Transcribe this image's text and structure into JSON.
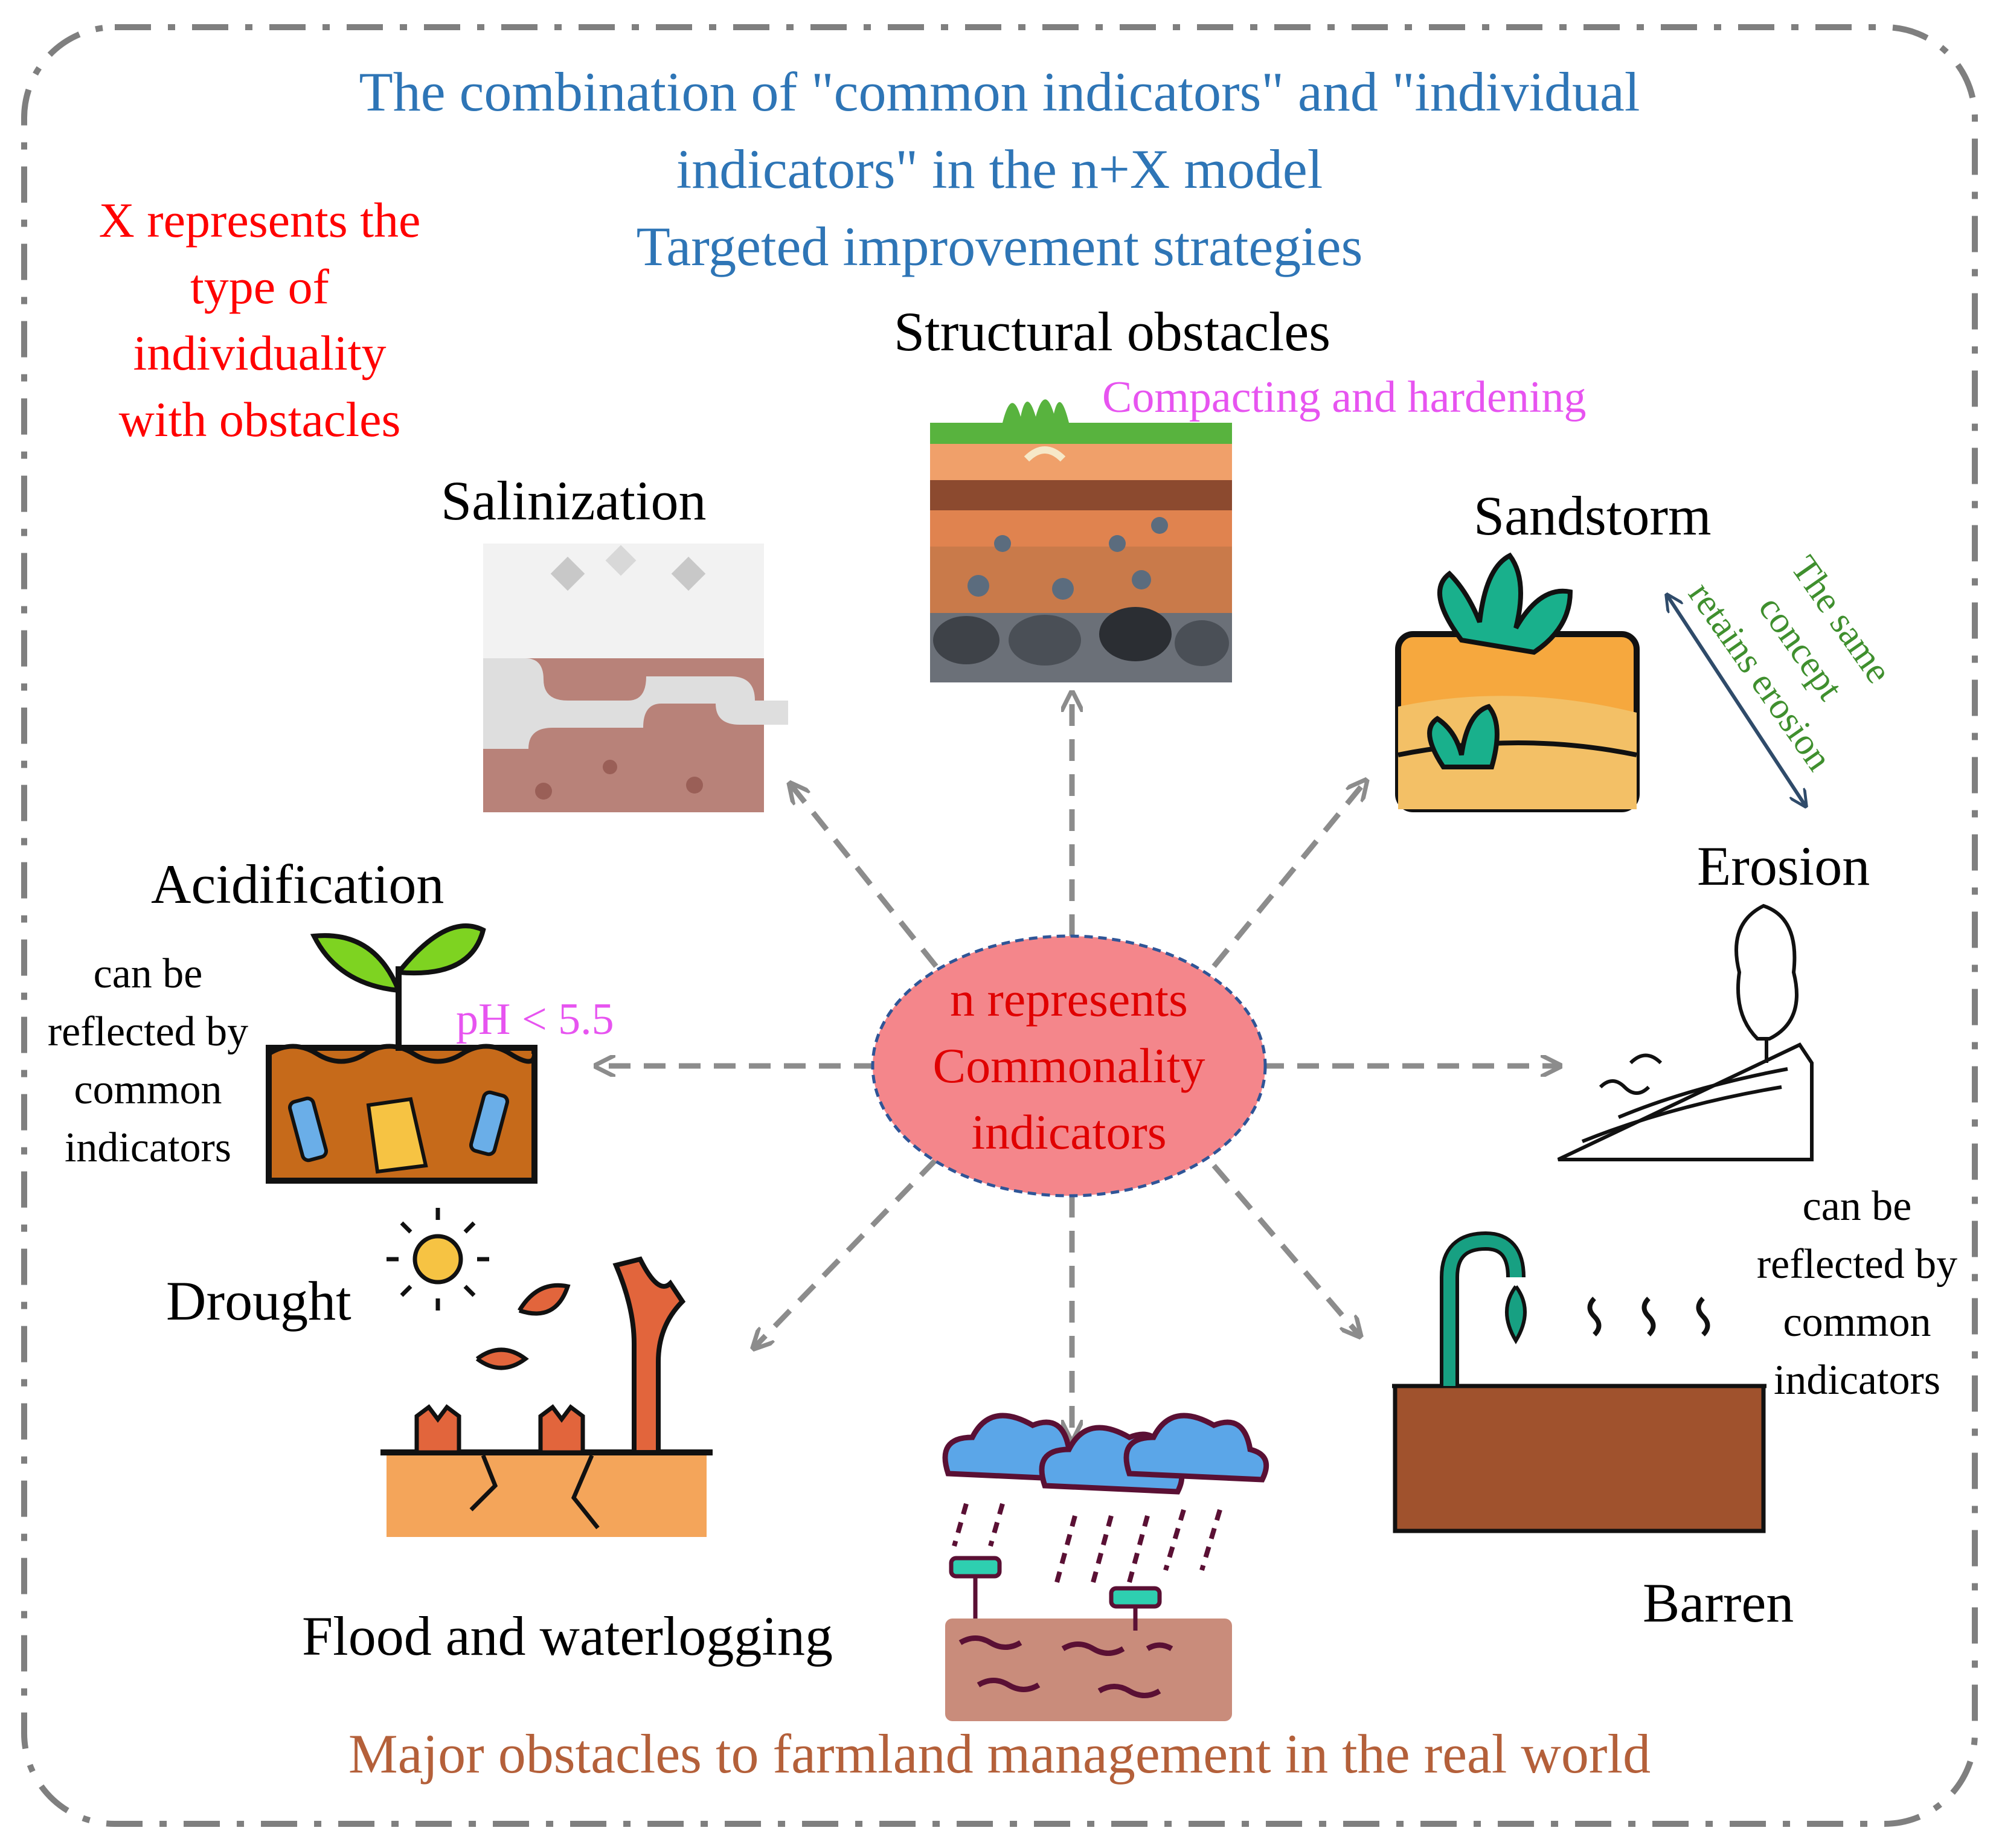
{
  "title": {
    "line1": "The combination of \"common indicators\" and \"individual",
    "line2": "indicators\" in the n+X model",
    "line3": "Targeted improvement strategies"
  },
  "x_note": {
    "line1": "X represents the",
    "line2": "type of",
    "line3": "individuality",
    "line4": "with obstacles"
  },
  "center": {
    "line1": "n represents",
    "line2": "Commonality",
    "line3": "indicators"
  },
  "obstacles": {
    "structural": "Structural obstacles",
    "compacting": "Compacting and hardening",
    "salinization": "Salinization",
    "sandstorm": "Sandstorm",
    "same_concept": {
      "line1": "The same",
      "line2": "concept",
      "line3": "retains erosion"
    },
    "erosion": "Erosion",
    "acidification": "Acidification",
    "ph": "pH < 5.5",
    "drought": "Drought",
    "flood": "Flood and waterlogging",
    "barren": "Barren"
  },
  "common_note_left": {
    "line1": "can be",
    "line2": "reflected by",
    "line3": "common",
    "line4": "indicators"
  },
  "common_note_right": {
    "line1": "can be",
    "line2": "reflected by",
    "line3": "common",
    "line4": "indicators"
  },
  "footer": "Major obstacles to farmland management in the real world",
  "colors": {
    "title": "#2e75b6",
    "x_note": "#ff0000",
    "center_fill": "#f4868b",
    "center_text": "#e00000",
    "pink": "#e754f0",
    "green": "#3f8f2e",
    "footer": "#b4603a",
    "arrow": "#8c8c8c"
  },
  "icons": [
    "structural-obstacles-icon",
    "salinization-icon",
    "sandstorm-icon",
    "erosion-icon",
    "acidification-icon",
    "drought-icon",
    "flood-icon",
    "barren-icon"
  ]
}
